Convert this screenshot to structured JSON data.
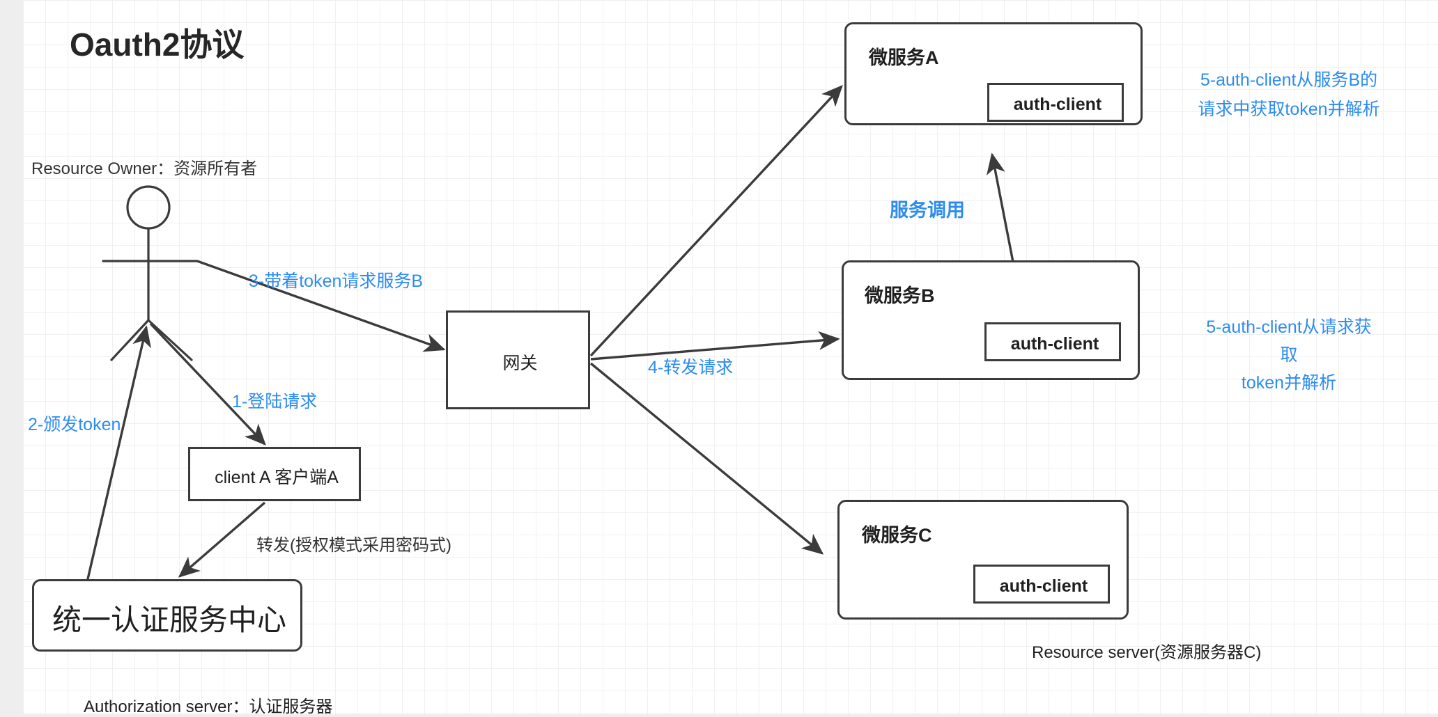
{
  "diagram": {
    "title": "Oauth2协议",
    "actor": {
      "caption": "Resource Owner：资源所有者",
      "icon": "person-stick-figure-icon"
    },
    "nodes": {
      "client_a": "client A 客户端A",
      "auth_center": "统一认证服务中心",
      "gateway": "网关",
      "service_a": "微服务A",
      "service_b": "微服务B",
      "service_c": "微服务C",
      "auth_client_a": "auth-client",
      "auth_client_b": "auth-client",
      "auth_client_c": "auth-client"
    },
    "captions": {
      "authorization_server": "Authorization server：认证服务器",
      "resource_server": "Resource server(资源服务器C)"
    },
    "edges": {
      "login_request": "1-登陆请求",
      "issue_token": "2-颁发token",
      "request_with_token": "3-带着token请求服务B",
      "forward_request": "4-转发请求",
      "forward_password_mode": "转发(授权模式采用密码式)",
      "service_call": "服务调用",
      "note_a_line1": "5-auth-client从服务B的",
      "note_a_line2": "请求中获取token并解析",
      "note_b_line1": "5-auth-client从请求获",
      "note_b_line2": "取",
      "note_b_line3": "token并解析"
    },
    "colors": {
      "accent_blue": "#2d8cf0",
      "stroke": "#3b3b3b",
      "text": "#1f1f1f",
      "grid": "#f0f0f0",
      "gutter": "#eeeeee"
    }
  }
}
